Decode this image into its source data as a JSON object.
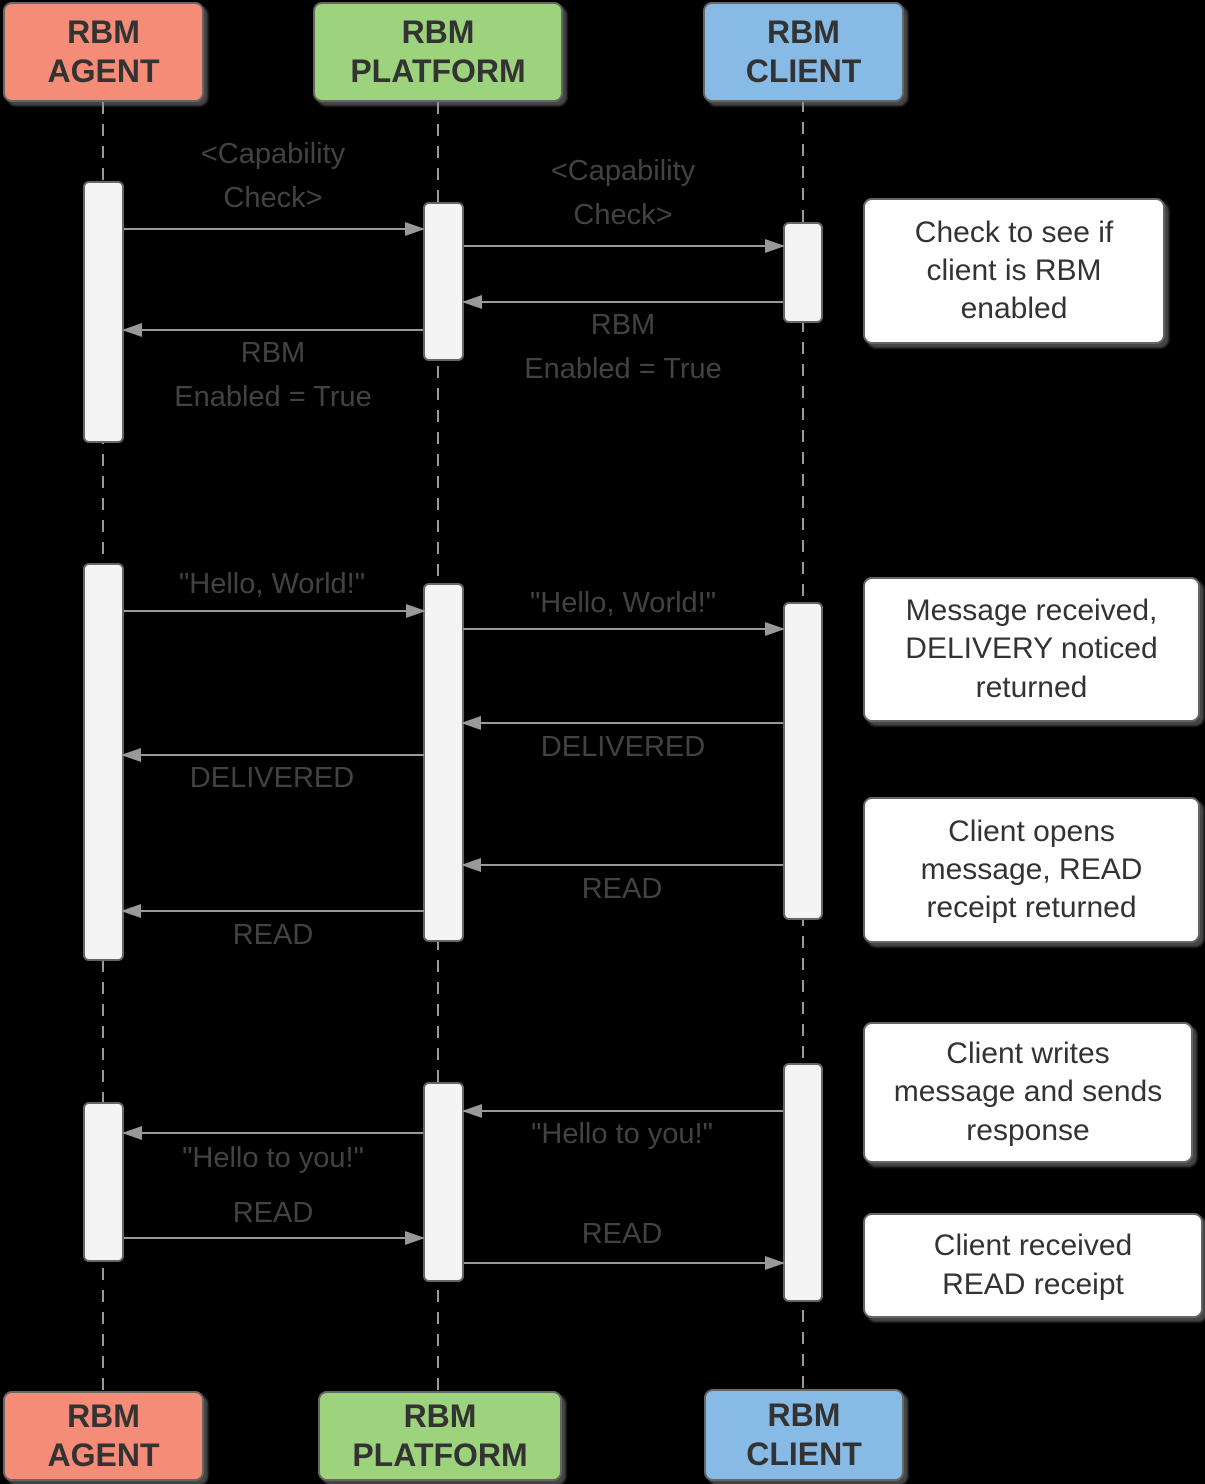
{
  "background_color": "#000000",
  "actors": {
    "agent": "RBM\nAGENT",
    "platform": "RBM\nPLATFORM",
    "client": "RBM\nCLIENT"
  },
  "actor_colors": {
    "agent": "#F58C78",
    "platform": "#9DD37C",
    "client": "#87BBE6"
  },
  "line_color": "#999999",
  "messages": {
    "capability_check": "<Capability\nCheck>",
    "rbm_enabled": "RBM\nEnabled = True",
    "hello_world": "\"Hello, World!\"",
    "delivered": "DELIVERED",
    "read": "READ",
    "hello_to_you": "\"Hello to you!\""
  },
  "notes": {
    "check_enabled": "Check to see if\nclient is RBM\nenabled",
    "message_received": "Message received,\nDELIVERY noticed\nreturned",
    "client_opens": "Client opens\nmessage, READ\nreceipt returned",
    "client_writes": "Client writes\nmessage and sends\nresponse",
    "client_received": "Client received\nREAD receipt"
  }
}
